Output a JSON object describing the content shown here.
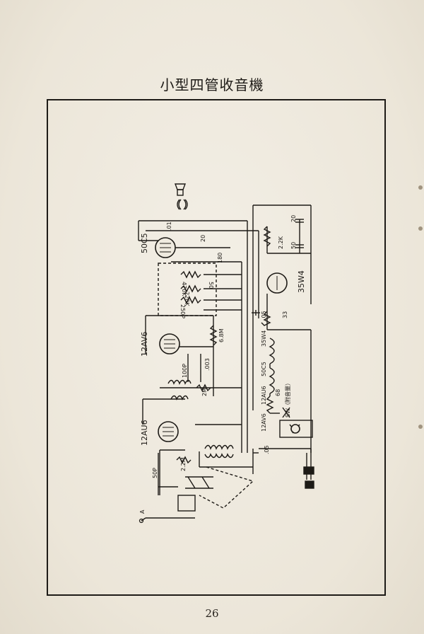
{
  "page": {
    "title": "小型四管收音機",
    "page_number": "26"
  },
  "schematic": {
    "tubes": {
      "output": "50C5",
      "if_amp": "12AV6",
      "converter": "12AU6",
      "rectifier": "35W4"
    },
    "components": {
      "c_01": ".01",
      "c_20a": "20",
      "r_180": "180",
      "r_470k": "470K",
      "c_50a": "50",
      "r_220k": "220K",
      "c_250p": "250P",
      "r_6_8m": "6.8M",
      "c_100p": "100P",
      "c_003": ".003",
      "r_2m": "2M",
      "r_2_2m": "2.2M",
      "c_50p": "50P",
      "r_2_2k": "2.2K",
      "c_20b": "20",
      "c_50b": "50",
      "c_05a": ".05",
      "r_33": "33",
      "c_05b": ".05",
      "r_68": "68"
    },
    "heater_chain": [
      "35W4",
      "50C5",
      "12AU6",
      "12AV6"
    ],
    "switch": "SW（附音量）",
    "antenna": "A"
  }
}
